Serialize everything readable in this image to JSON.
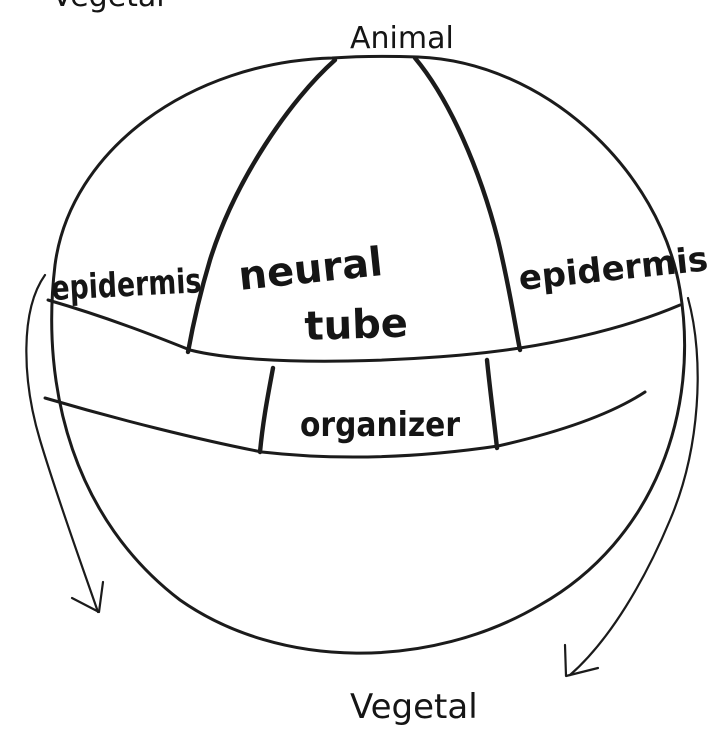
{
  "labels": {
    "top_partial": "Vegetal",
    "animal_pole": "Animal",
    "vegetal_pole": "Vegetal",
    "epidermis_left": "epidermis",
    "epidermis_right": "epidermis",
    "neural_tube_line1": "neural",
    "neural_tube_line2": "tube",
    "organizer": "organizer"
  }
}
